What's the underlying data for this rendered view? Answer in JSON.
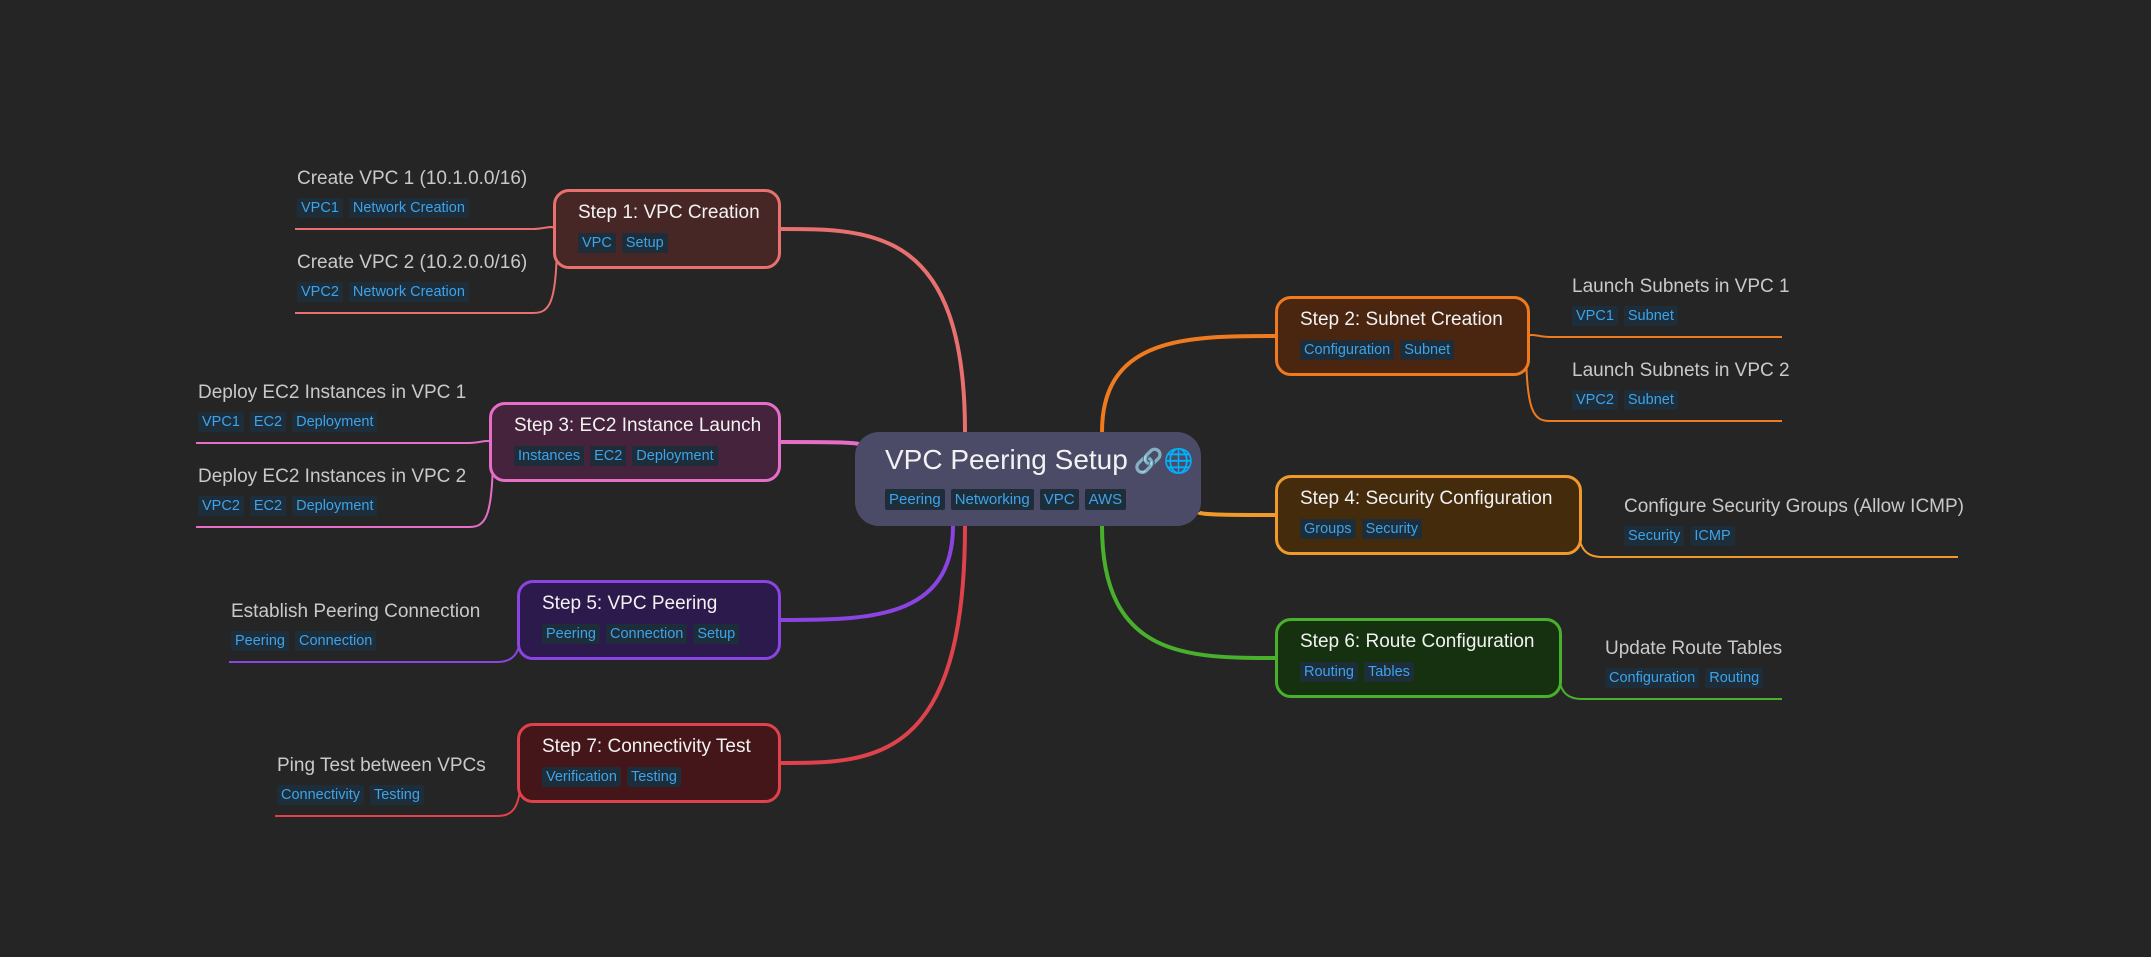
{
  "root": {
    "title": "VPC Peering Setup",
    "icons": "🔗🌐",
    "tags": [
      "Peering",
      "Networking",
      "VPC",
      "AWS"
    ],
    "color": "#4b4b68"
  },
  "steps": [
    {
      "title": "Step 1: VPC Creation",
      "tags": [
        "VPC",
        "Setup"
      ],
      "color": "#e8706e",
      "fill": "#472626",
      "children": [
        {
          "title": "Create VPC 1 (10.1.0.0/16)",
          "tags": [
            "VPC1",
            "Network Creation"
          ]
        },
        {
          "title": "Create VPC 2 (10.2.0.0/16)",
          "tags": [
            "VPC2",
            "Network Creation"
          ]
        }
      ]
    },
    {
      "title": "Step 2: Subnet Creation",
      "tags": [
        "Configuration",
        "Subnet"
      ],
      "color": "#f07a1e",
      "fill": "#4a2510",
      "children": [
        {
          "title": "Launch Subnets in VPC 1",
          "tags": [
            "VPC1",
            "Subnet"
          ]
        },
        {
          "title": "Launch Subnets in VPC 2",
          "tags": [
            "VPC2",
            "Subnet"
          ]
        }
      ]
    },
    {
      "title": "Step 3: EC2 Instance Launch",
      "tags": [
        "Instances",
        "EC2",
        "Deployment"
      ],
      "color": "#e66ec8",
      "fill": "#45233c",
      "children": [
        {
          "title": "Deploy EC2 Instances in VPC 1",
          "tags": [
            "VPC1",
            "EC2",
            "Deployment"
          ]
        },
        {
          "title": "Deploy EC2 Instances in VPC 2",
          "tags": [
            "VPC2",
            "EC2",
            "Deployment"
          ]
        }
      ]
    },
    {
      "title": "Step 4: Security Configuration",
      "tags": [
        "Groups",
        "Security"
      ],
      "color": "#ef9a2a",
      "fill": "#432b0c",
      "children": [
        {
          "title": "Configure Security Groups (Allow ICMP)",
          "tags": [
            "Security",
            "ICMP"
          ]
        }
      ]
    },
    {
      "title": "Step 5: VPC Peering",
      "tags": [
        "Peering",
        "Connection",
        "Setup"
      ],
      "color": "#8a44e2",
      "fill": "#2d1a4d",
      "children": [
        {
          "title": "Establish Peering Connection",
          "tags": [
            "Peering",
            "Connection"
          ]
        }
      ]
    },
    {
      "title": "Step 6: Route Configuration",
      "tags": [
        "Routing",
        "Tables"
      ],
      "color": "#48b02c",
      "fill": "#16310f",
      "children": [
        {
          "title": "Update Route Tables",
          "tags": [
            "Configuration",
            "Routing"
          ]
        }
      ]
    },
    {
      "title": "Step 7: Connectivity Test",
      "tags": [
        "Verification",
        "Testing"
      ],
      "color": "#e0424c",
      "fill": "#441619",
      "children": [
        {
          "title": "Ping Test between VPCs",
          "tags": [
            "Connectivity",
            "Testing"
          ]
        }
      ]
    }
  ]
}
